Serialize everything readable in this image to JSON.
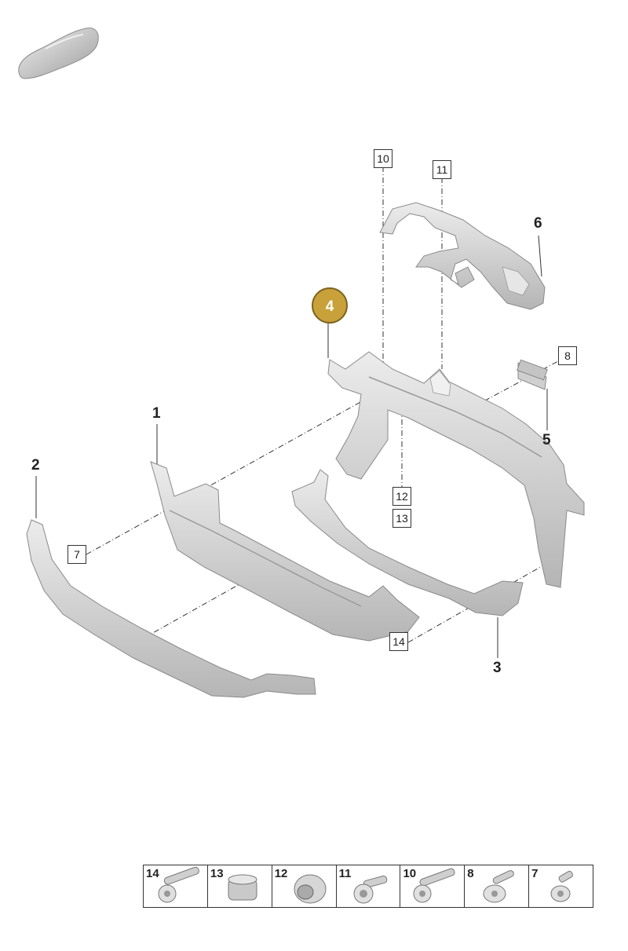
{
  "callouts": {
    "c1": "1",
    "c2": "2",
    "c3": "3",
    "c4": "4",
    "c5": "5",
    "c6": "6"
  },
  "box_labels": {
    "b7": "7",
    "b8": "8",
    "b10": "10",
    "b11": "11",
    "b12": "12",
    "b13": "13",
    "b14": "14"
  },
  "hardware": [
    "14",
    "13",
    "12",
    "11",
    "10",
    "8",
    "7"
  ],
  "colors": {
    "highlight": "#c9a13a",
    "part_fill": "#d9d9d9",
    "part_stroke": "#8a8a8a"
  }
}
